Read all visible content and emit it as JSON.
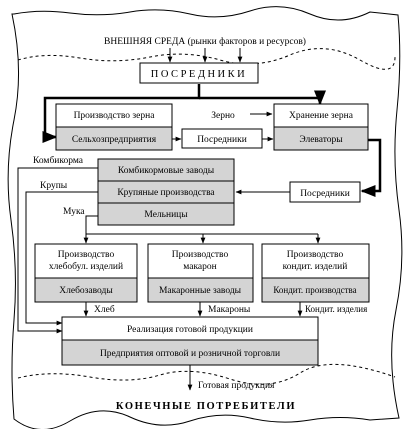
{
  "title": "ВНЕШНЯЯ СРЕДА (рынки факторов и ресурсов)",
  "intermediaries_top": "ПОСРЕДНИКИ",
  "grain_production": {
    "title": "Производство зерна",
    "box": "Сельхозпредприятия"
  },
  "grain_storage": {
    "title": "Хранение зерна",
    "box": "Элеваторы"
  },
  "flow_grain": "Зерно",
  "intermediaries_middle": "Посредники",
  "intermediaries_right": "Посредники",
  "processing": [
    "Комбикормовые заводы",
    "Крупяные производства",
    "Мельницы"
  ],
  "flows_left": {
    "feed": "Комбикорма",
    "groats": "Крупы",
    "flour": "Мука"
  },
  "bakery": {
    "title_line1": "Производство",
    "title_line2": "хлебобул. изделий",
    "box": "Хлебозаводы"
  },
  "pasta": {
    "title_line1": "Производство",
    "title_line2": "макарон",
    "box": "Макаронные заводы"
  },
  "confect": {
    "title_line1": "Производство",
    "title_line2": "кондит. изделий",
    "box": "Кондит. производства"
  },
  "flow_bread": "Хлеб",
  "flow_pasta": "Макароны",
  "flow_confect": "Кондит. изделия",
  "sales": {
    "title": "Реализация готовой продукции",
    "box": "Предприятия оптовой и розничной торговли"
  },
  "flow_final": "Готовая продукция",
  "consumers": "КОНЕЧНЫЕ ПОТРЕБИТЕЛИ",
  "colors": {
    "box_fill": "#d4d4d4",
    "background": "#ffffff",
    "line": "#000000"
  }
}
